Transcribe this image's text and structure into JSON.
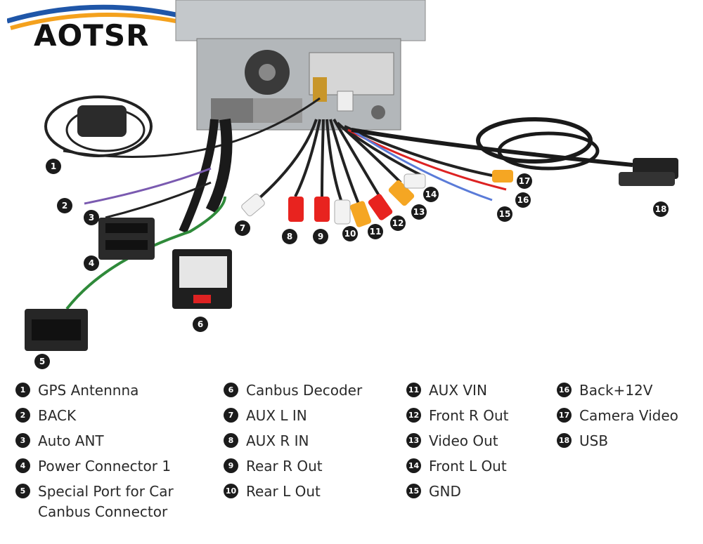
{
  "brand": {
    "name": "AOTSR"
  },
  "legend": [
    {
      "num": "1",
      "label": "GPS Antennna"
    },
    {
      "num": "2",
      "label": "BACK"
    },
    {
      "num": "3",
      "label": "Auto ANT"
    },
    {
      "num": "4",
      "label": "Power Connector 1"
    },
    {
      "num": "5",
      "label": "Special Port for Car\nCanbus Connector"
    },
    {
      "num": "6",
      "label": "Canbus Decoder"
    },
    {
      "num": "7",
      "label": "AUX L IN"
    },
    {
      "num": "8",
      "label": "AUX R IN"
    },
    {
      "num": "9",
      "label": "Rear R Out"
    },
    {
      "num": "10",
      "label": "Rear L Out"
    },
    {
      "num": "11",
      "label": "AUX VIN"
    },
    {
      "num": "12",
      "label": "Front R Out"
    },
    {
      "num": "13",
      "label": "Video Out"
    },
    {
      "num": "14",
      "label": "Front L Out"
    },
    {
      "num": "15",
      "label": "GND"
    },
    {
      "num": "16",
      "label": "Back+12V"
    },
    {
      "num": "17",
      "label": "Camera Video"
    },
    {
      "num": "18",
      "label": "USB"
    }
  ],
  "callouts": [
    "1",
    "2",
    "3",
    "4",
    "5",
    "6",
    "7",
    "8",
    "9",
    "10",
    "11",
    "12",
    "13",
    "14",
    "15",
    "16",
    "17",
    "18"
  ],
  "colors": {
    "red": "#e8231f",
    "white": "#f2f2f2",
    "yellow": "#f5a623",
    "wire_green": "#2f8a3a",
    "metal": "#b8bcbf"
  }
}
